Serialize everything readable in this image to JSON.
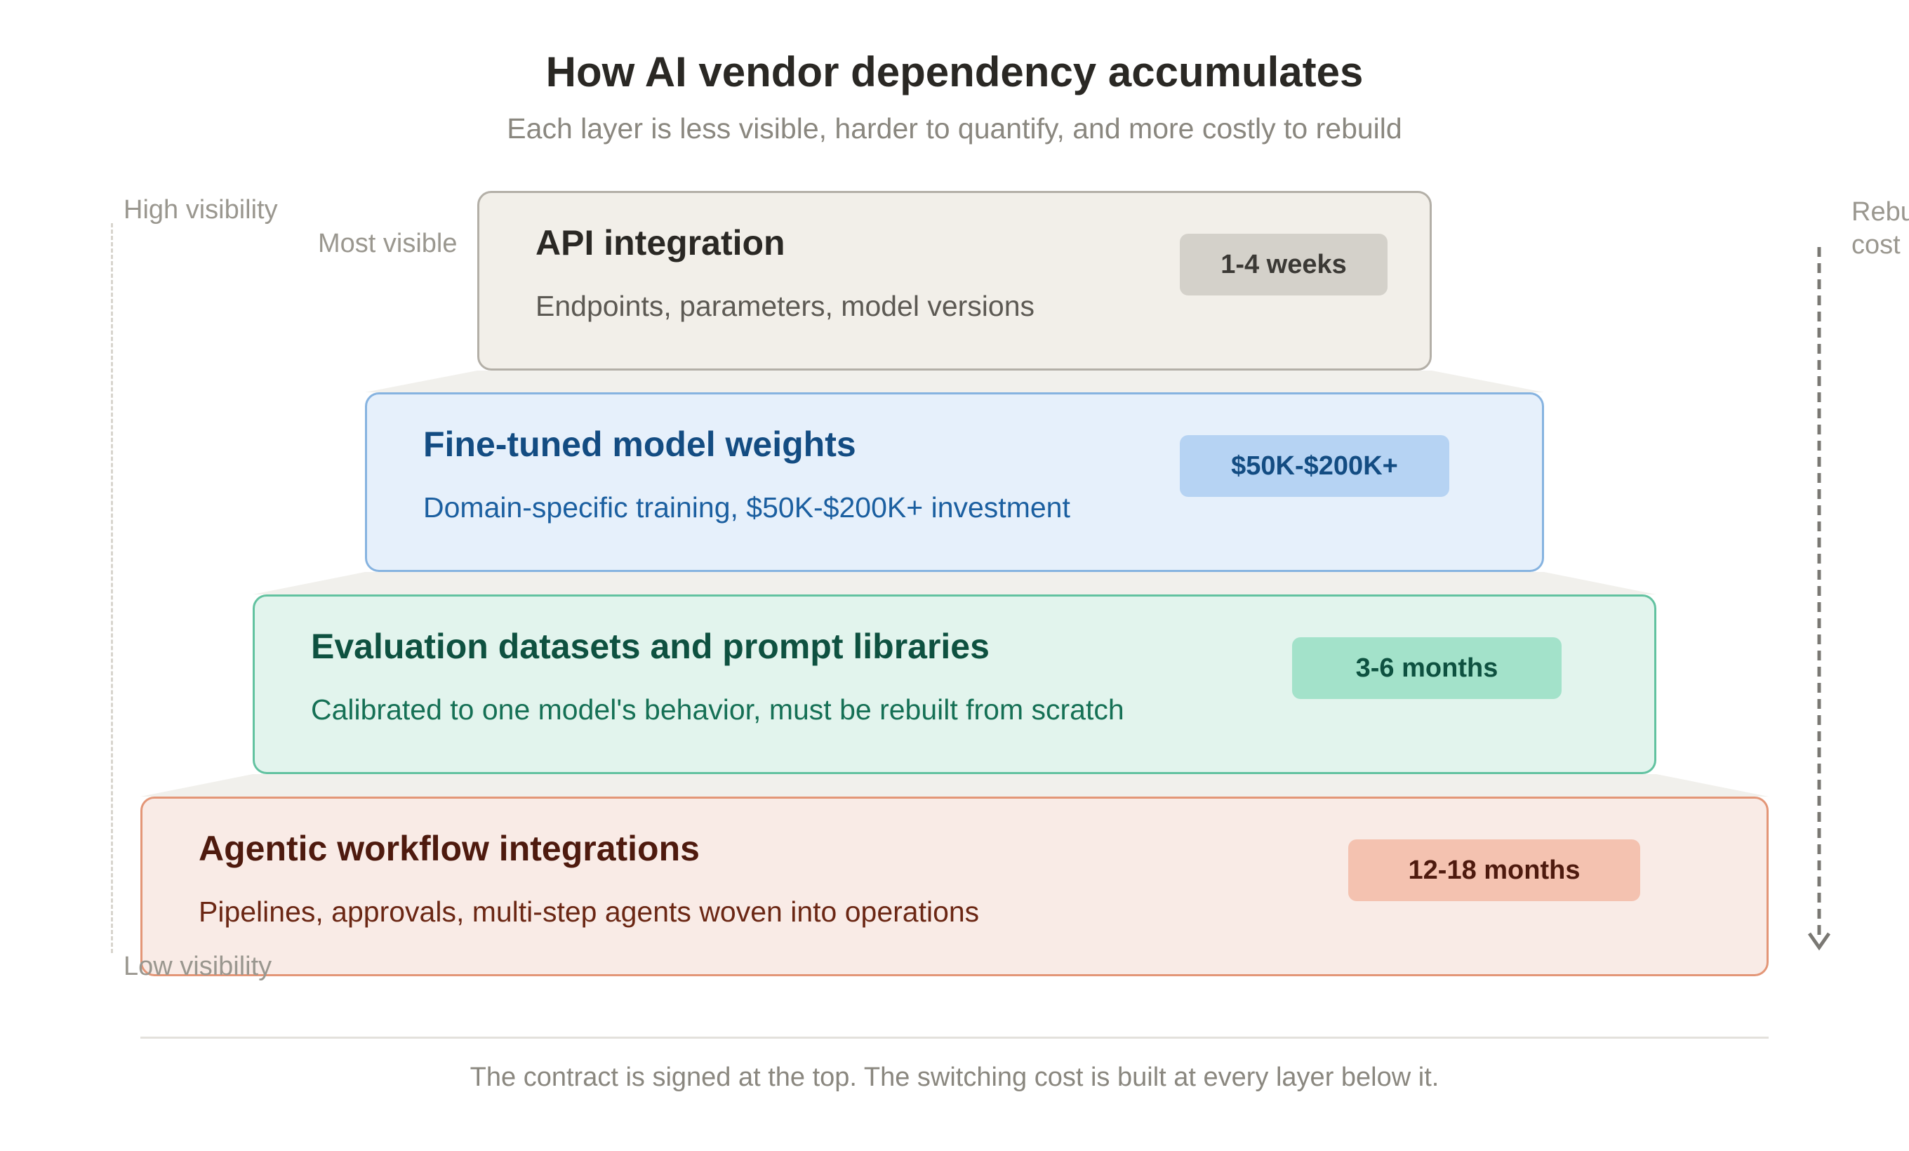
{
  "title": "How AI vendor dependency accumulates",
  "subtitle": "Each layer is less visible, harder to quantify, and more costly to rebuild",
  "visibility_axis": {
    "top_label": "High visibility",
    "bottom_label": "Low visibility",
    "most_visible_label": "Most visible"
  },
  "cost_axis": {
    "label_line1": "Rebu",
    "label_line2": "cost"
  },
  "layers": [
    {
      "title": "API integration",
      "description": "Endpoints, parameters, model versions",
      "badge": "1-4 weeks",
      "colors": {
        "fill": "#f2efe9",
        "border": "#b3afa7",
        "title": "#2a2824",
        "desc": "#5c5953",
        "badge_bg": "#d4d1ca",
        "badge_text": "#3b3935"
      }
    },
    {
      "title": "Fine-tuned model weights",
      "description": "Domain-specific training, $50K-$200K+ investment",
      "badge": "$50K-$200K+",
      "colors": {
        "fill": "#e6f0fb",
        "border": "#86b3e0",
        "title": "#134c82",
        "desc": "#1b5fa0",
        "badge_bg": "#b6d3f3",
        "badge_text": "#134c82"
      }
    },
    {
      "title": "Evaluation datasets and prompt libraries",
      "description": "Calibrated to one model's behavior, must be rebuilt from scratch",
      "badge": "3-6 months",
      "colors": {
        "fill": "#e2f4ed",
        "border": "#62c2a0",
        "title": "#0e5140",
        "desc": "#157055",
        "badge_bg": "#a3e2ca",
        "badge_text": "#0e5140"
      }
    },
    {
      "title": "Agentic workflow integrations",
      "description": "Pipelines, approvals, multi-step agents woven into operations",
      "badge": "12-18 months",
      "colors": {
        "fill": "#f9ebe6",
        "border": "#e39677",
        "title": "#4e1a0e",
        "desc": "#6b2714",
        "badge_bg": "#f4c2b0",
        "badge_text": "#4e1a0e"
      }
    }
  ],
  "footer": "The contract is signed at the top. The switching cost is built at every layer below it.",
  "colors": {
    "connector": "#f1f0ec",
    "arrow": "#7a7873",
    "axis_line": "#d8d5ce"
  }
}
